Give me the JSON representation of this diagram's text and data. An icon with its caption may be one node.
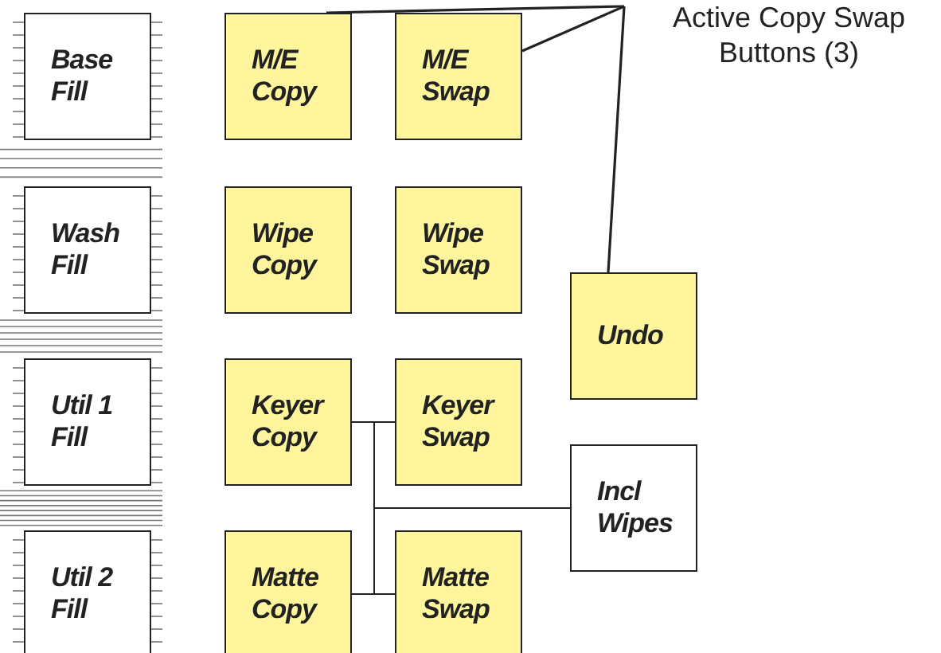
{
  "diagram": {
    "nodes": [
      {
        "text": [
          "Active Copy Swap Buttons (3)"
        ]
      },
      {
        "text": [
          "Base Fill"
        ]
      },
      {
        "text": [
          "M/E Copy"
        ]
      },
      {
        "text": [
          "M/E Swap"
        ]
      },
      {
        "text": [
          "Wash Fill"
        ]
      },
      {
        "text": [
          "Wipe Copy"
        ]
      },
      {
        "text": [
          "Wipe Swap"
        ]
      },
      {
        "text": [
          "Undo"
        ]
      },
      {
        "text": [
          "Util 1 Fill"
        ]
      },
      {
        "text": [
          "Keyer Copy"
        ]
      },
      {
        "text": [
          "Keyer Swap"
        ]
      },
      {
        "text": [
          "Incl Wipes"
        ]
      },
      {
        "text": [
          "Util 2 Fill"
        ]
      },
      {
        "text": [
          "Matte Copy"
        ]
      },
      {
        "text": [
          "Matte Swap"
        ]
      }
    ],
    "edges": [
      {
        "from": 0,
        "to": 2,
        "arrow": "none"
      },
      {
        "from": 0,
        "to": 3,
        "arrow": "none"
      },
      {
        "from": 0,
        "to": 7,
        "arrow": "none"
      },
      {
        "from": 9,
        "to": 10,
        "arrow": "none"
      },
      {
        "from": 13,
        "to": 14,
        "arrow": "none"
      },
      {
        "from": 11,
        "to": 9,
        "arrow": "none"
      },
      {
        "from": 11,
        "to": 13,
        "arrow": "none"
      }
    ]
  }
}
